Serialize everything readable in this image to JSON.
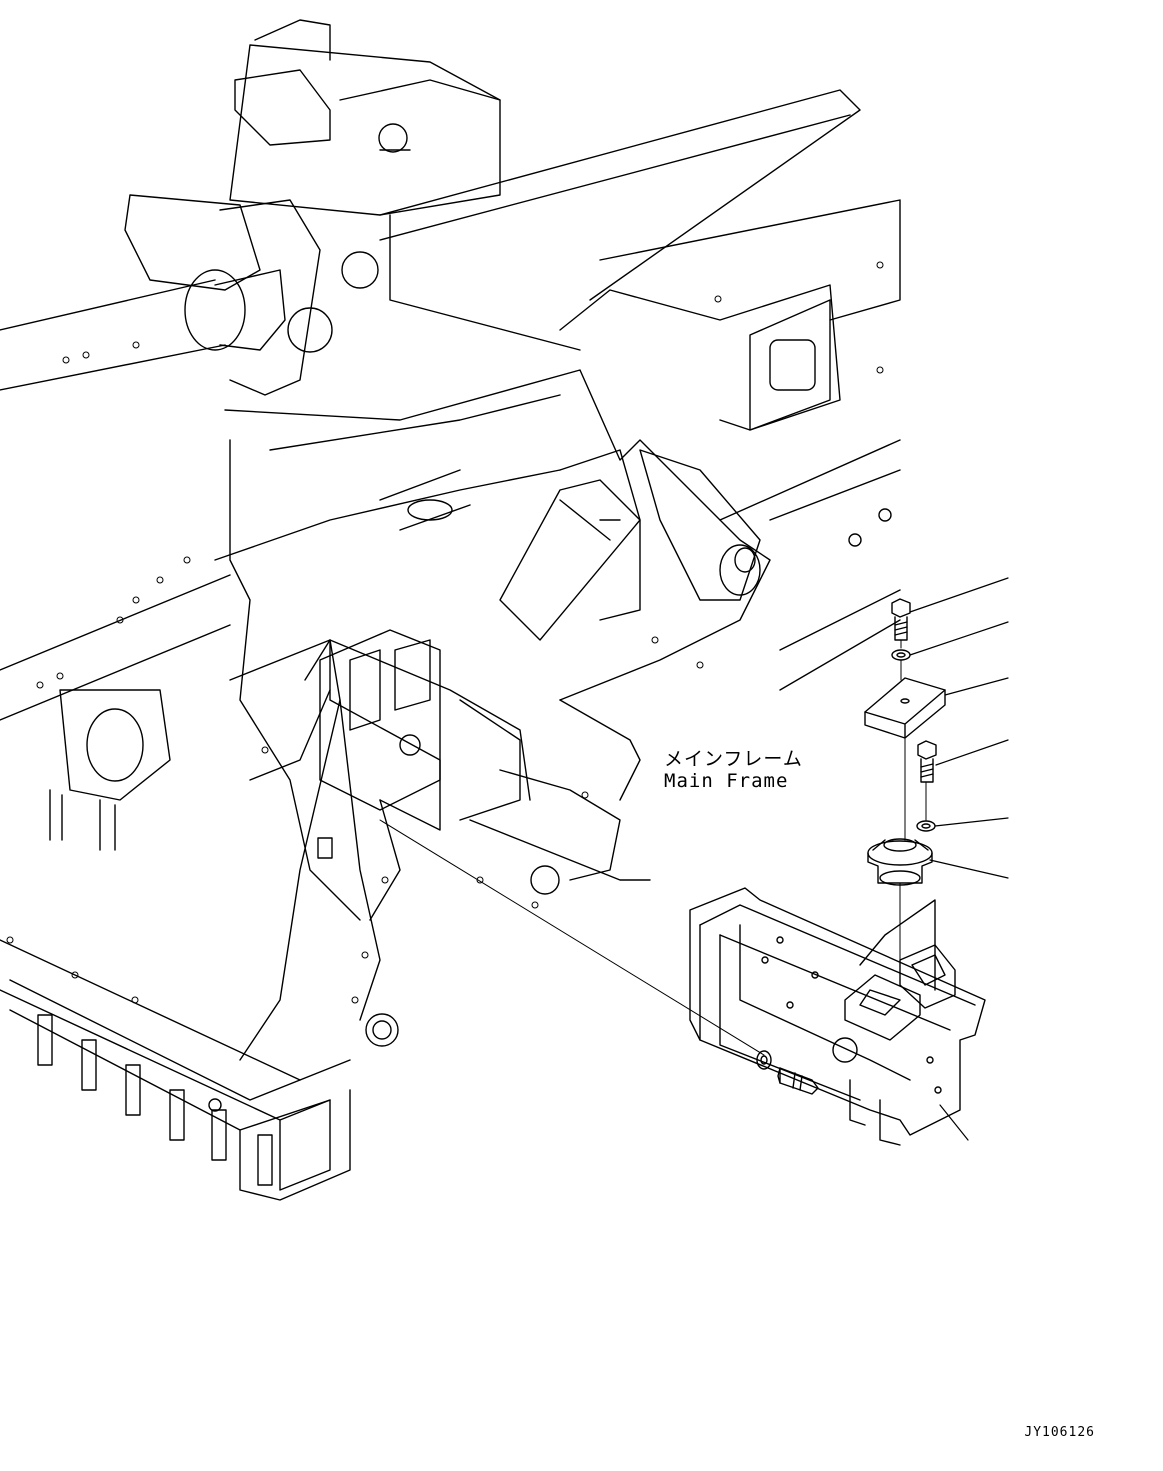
{
  "diagram": {
    "callout_jp": "メインフレーム",
    "callout_en": "Main Frame",
    "drawing_id": "JY106126"
  },
  "colors": {
    "line": "#000000",
    "background": "#ffffff"
  }
}
